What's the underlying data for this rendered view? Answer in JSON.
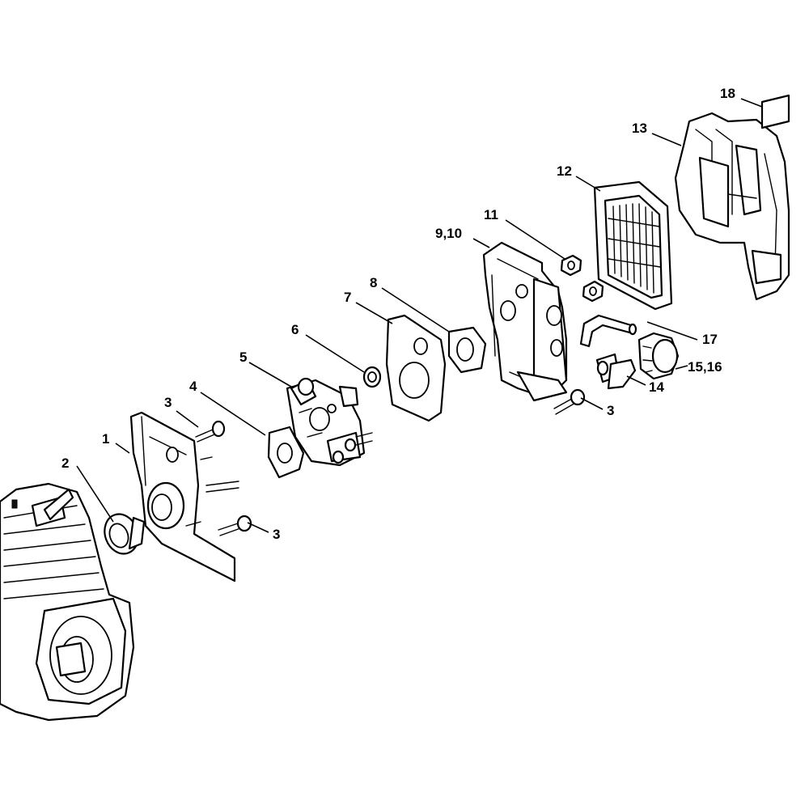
{
  "callouts": {
    "c1": "1",
    "c2": "2",
    "c3a": "3",
    "c3b": "3",
    "c3c": "3",
    "c4": "4",
    "c5": "5",
    "c6": "6",
    "c7": "7",
    "c8": "8",
    "c9_10": "9,10",
    "c11": "11",
    "c12": "12",
    "c13": "13",
    "c14": "14",
    "c15_16": "15,16",
    "c17": "17",
    "c18": "18"
  },
  "colors": {
    "line": "#000000",
    "background": "#ffffff"
  }
}
